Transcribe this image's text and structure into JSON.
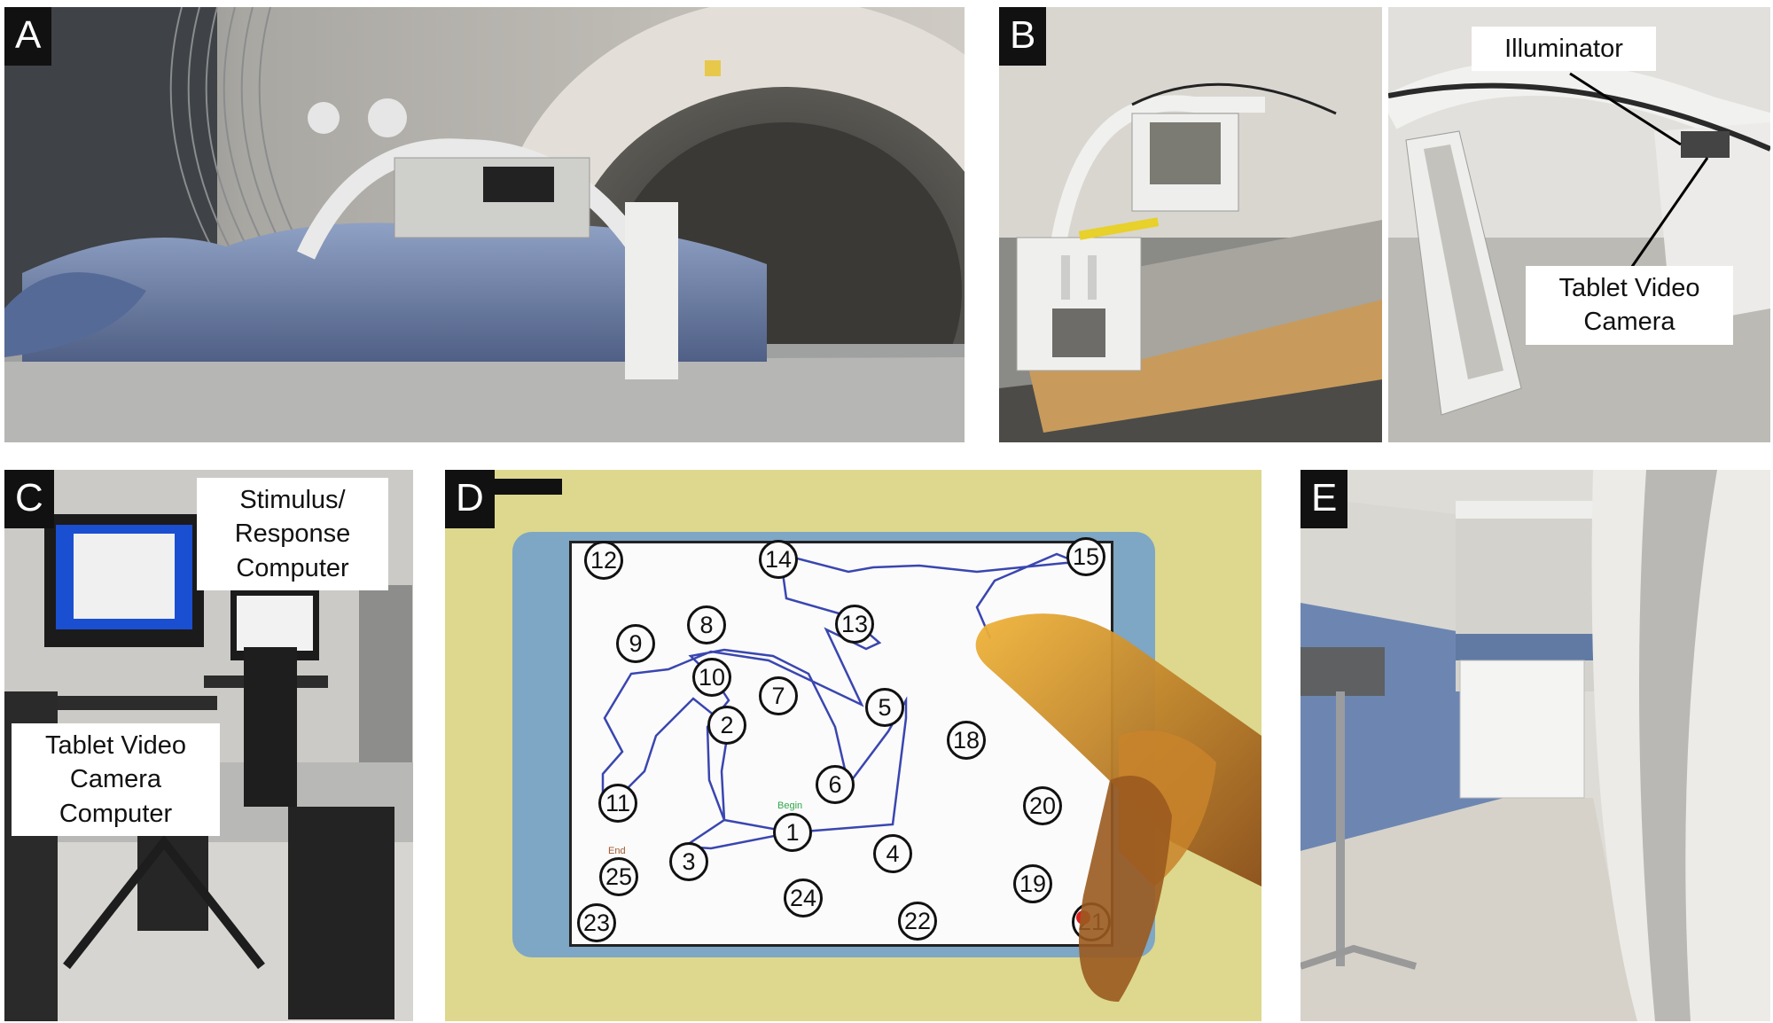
{
  "panels": {
    "a": {
      "label": "A"
    },
    "b": {
      "label": "B",
      "callouts": {
        "illuminator": "Illuminator",
        "camera": "Tablet Video\nCamera"
      }
    },
    "c": {
      "label": "C",
      "callouts": {
        "stimulus": "Stimulus/\nResponse\nComputer",
        "tablet_computer": "Tablet Video\nCamera\nComputer"
      }
    },
    "d": {
      "label": "D",
      "targets": [
        "1",
        "2",
        "3",
        "4",
        "5",
        "6",
        "7",
        "8",
        "9",
        "10",
        "11",
        "12",
        "13",
        "14",
        "15",
        "18",
        "19",
        "20",
        "21",
        "22",
        "23",
        "24",
        "25"
      ],
      "begin_label": "Begin",
      "end_label": "End"
    },
    "e": {
      "label": "E"
    }
  }
}
